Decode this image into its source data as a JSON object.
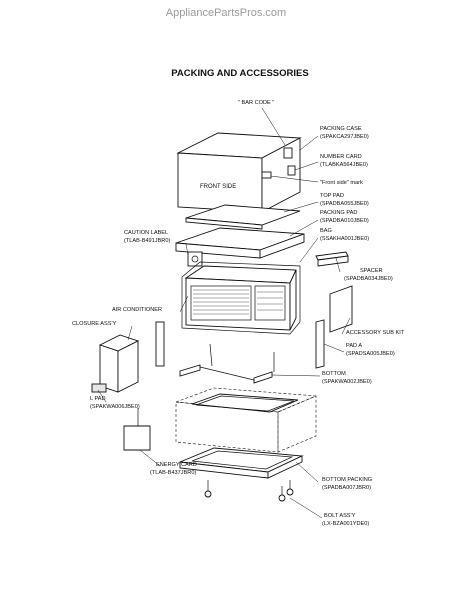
{
  "watermark": "AppliancePartsPros.com",
  "title": "PACKING AND ACCESSORIES",
  "labels": {
    "bar_code": "\" BAR CODE \"",
    "packing_case": "PACKING CASE",
    "packing_case_code": "(SPAKCA297JBE0)",
    "number_card": "NUMBER CARD",
    "number_card_code": "(TLABKA564JBE0)",
    "front_side_mark": "\"Front side\" mark",
    "front_side": "FRONT SIDE",
    "top_pad": "TOP PAD",
    "top_pad_code": "(SPADBA055JBE0)",
    "packing_pad": "PACKING PAD",
    "packing_pad_code": "(SPADBA010JBE0)",
    "caution_label": "CAUTION LABEL",
    "caution_label_code": "(TLAB-B491JBR0)",
    "bag": "BAG",
    "bag_code": "(SSAKHA001JBE0)",
    "spacer": "SPACER",
    "spacer_code": "(SPADBA034JBE0)",
    "air_conditioner": "AIR CONDITIONER",
    "closure_assy": "CLOSURE ASS'Y",
    "accessory_sub_kit": "ACCESSORY SUB KIT",
    "pad_a": "PAD A",
    "pad_a_code": "(SPADSA005JBE0)",
    "bottom": "BOTTOM",
    "bottom_code": "(SPAKWA002JBE0)",
    "l_pad": "L PAD",
    "l_pad_code": "(SPAKWA006JBE0)",
    "energy_card": "ENERGY CARD",
    "energy_card_code": "(TLAB-B437JBR0)",
    "bottom_packing": "BOTTOM PACKING",
    "bottom_packing_code": "(SPADBA007JBR0)",
    "bolt_assy": "BOLT ASS'Y",
    "bolt_assy_code": "(LX-BZA001YDE0)"
  }
}
